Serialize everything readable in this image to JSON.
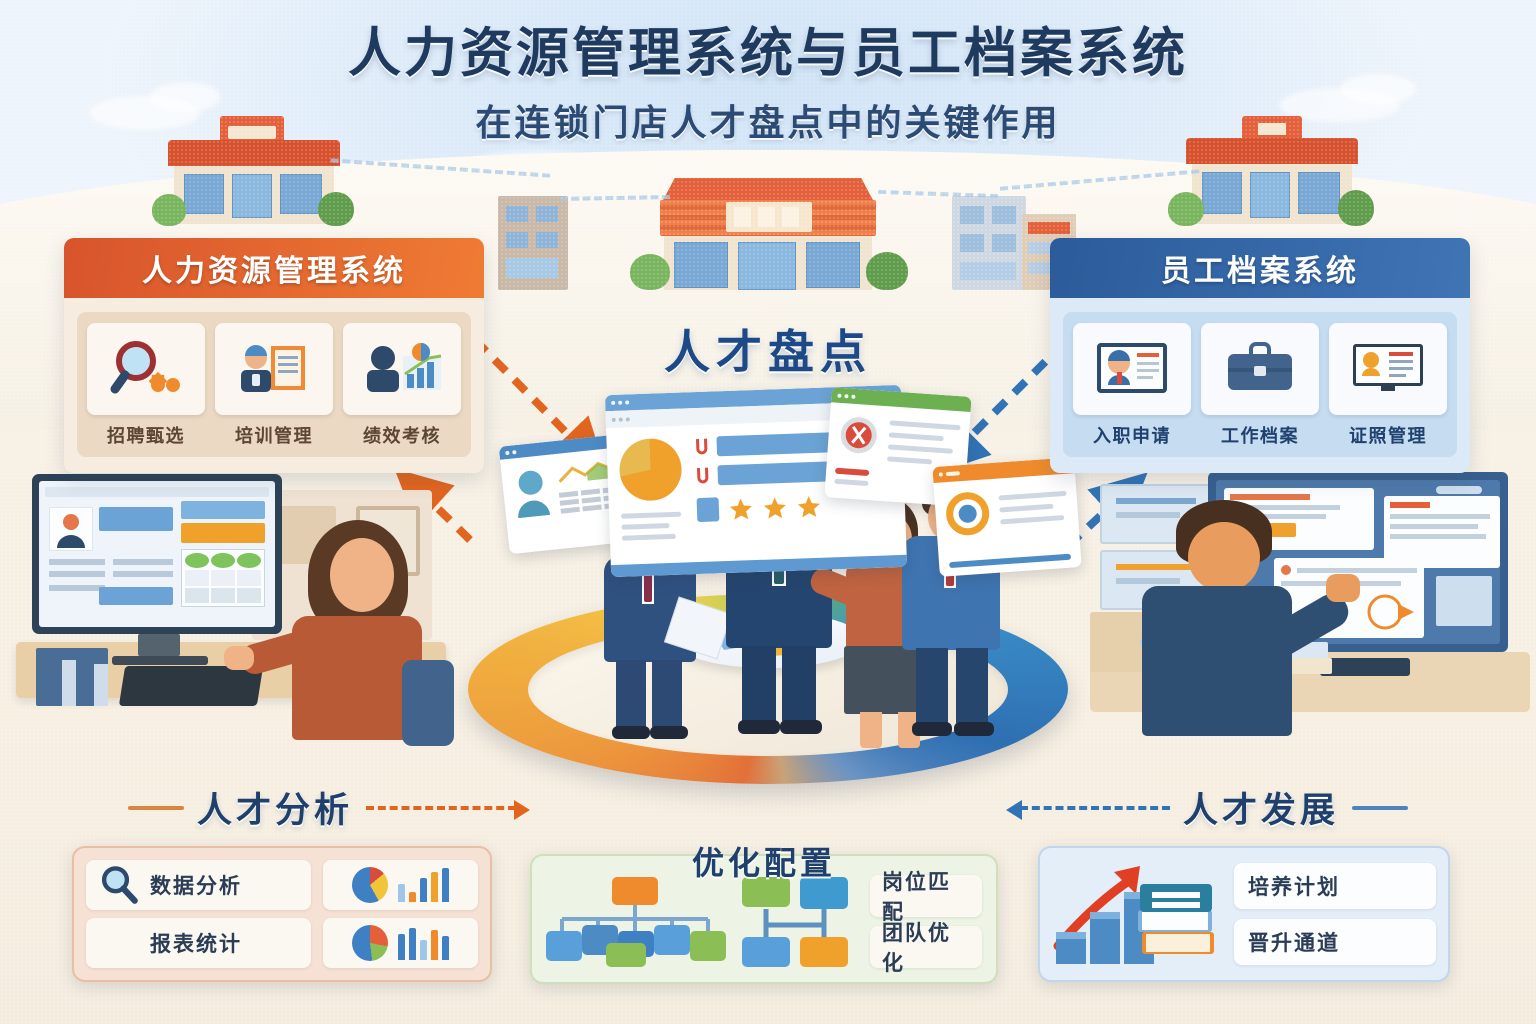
{
  "headline": {
    "title": "人力资源管理系统与员工档案系统",
    "subtitle": "在连锁门店人才盘点中的关键作用"
  },
  "center": {
    "title": "人才盘点"
  },
  "left_panel": {
    "header": "人力资源管理系统",
    "accent": "#e2703a",
    "items": [
      {
        "label": "招聘甄选",
        "icon": "magnifier-gear-icon"
      },
      {
        "label": "培训管理",
        "icon": "staff-document-icon"
      },
      {
        "label": "绩效考核",
        "icon": "profile-chart-icon"
      }
    ]
  },
  "right_panel": {
    "header": "员工档案系统",
    "accent": "#2c5b9a",
    "items": [
      {
        "label": "入职申请",
        "icon": "id-card-icon"
      },
      {
        "label": "工作档案",
        "icon": "briefcase-icon"
      },
      {
        "label": "证照管理",
        "icon": "credential-screen-icon"
      }
    ]
  },
  "bottom": {
    "left_label": "人才分析",
    "right_label": "人才发展",
    "center_label": "优化配置",
    "left_card": {
      "rows": [
        "数据分析",
        "报表统计"
      ],
      "icons": [
        "magnifier-icon",
        "pie-chart-icon",
        "bar-chart-icon"
      ]
    },
    "center_card": {
      "rows": [
        "岗位匹配",
        "团队优化"
      ],
      "icons": [
        "org-chart-icon",
        "team-structure-icon"
      ]
    },
    "right_card": {
      "rows": [
        "培养计划",
        "晋升通道"
      ],
      "icons": [
        "growth-arrow-icon",
        "bar-chart-icon",
        "books-icon"
      ]
    }
  },
  "scenes": {
    "left_scene": "hr-staff-at-desktop",
    "right_scene": "archivist-at-screens",
    "center_scene": "team-talent-review-meeting"
  },
  "flow": {
    "left_arrow_color": "#e2651f",
    "right_arrow_color": "#3173b5"
  },
  "colors": {
    "title": "#1f3a5f",
    "orange": "#e4603b",
    "blue": "#2c5b9a",
    "green": "#63ae55",
    "yellow": "#f0ad3e"
  }
}
